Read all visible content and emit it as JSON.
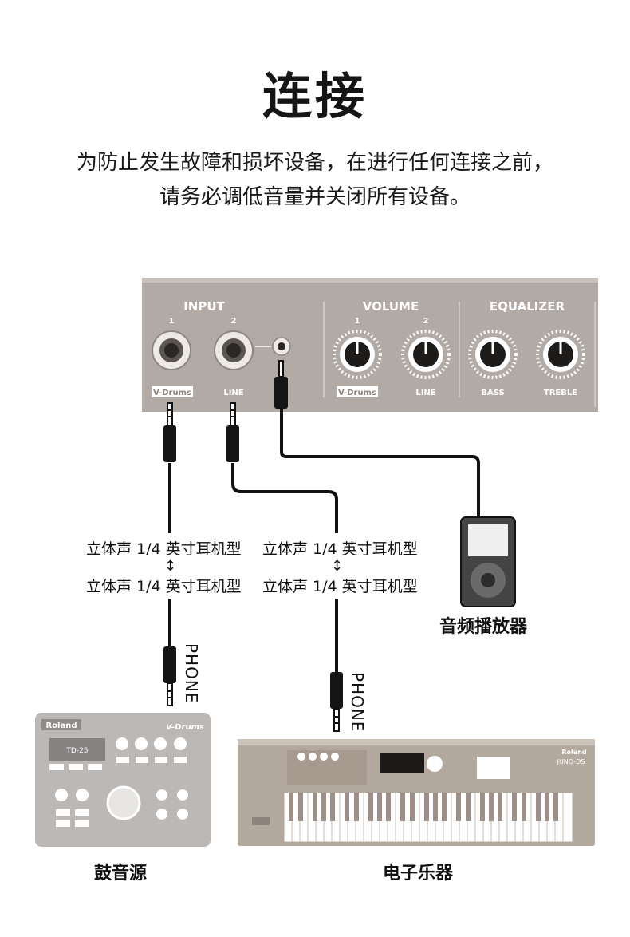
{
  "title": "连接",
  "intro": {
    "line1": "为防止发生故障和损坏设备，在进行任何连接之前，",
    "line2": "请务必调低音量并关闭所有设备。"
  },
  "panel": {
    "input_header": "INPUT",
    "volume_header": "VOLUME",
    "eq_header": "EQUALIZER",
    "input_1": "1",
    "input_2": "2",
    "vol_1": "1",
    "vol_2": "2",
    "vdrums": "V-Drums",
    "line": "LINE",
    "bass": "BASS",
    "treble": "TREBLE"
  },
  "cables": {
    "left_top": "立体声 1/4 英寸耳机型",
    "left_bottom": "立体声 1/4 英寸耳机型",
    "right_top": "立体声 1/4 英寸耳机型",
    "right_bottom": "立体声 1/4 英寸耳机型",
    "arrow": "↕",
    "phone_left": "PHONE",
    "phone_right": "PHONE"
  },
  "devices": {
    "player": "音频播放器",
    "drum_module": "鼓音源",
    "keyboard": "电子乐器",
    "drum_brand": "Roland",
    "drum_logo": "V-Drums",
    "drum_model": "TD-25",
    "kb_brand": "Roland",
    "kb_model": "JUNO-DS"
  }
}
